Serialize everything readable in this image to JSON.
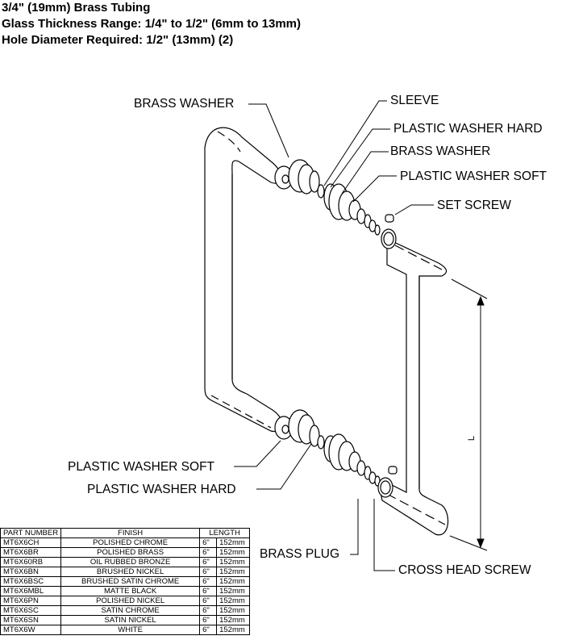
{
  "specs": {
    "line1": "3/4\" (19mm) Brass Tubing",
    "line2": "Glass Thickness Range: 1/4\" to 1/2\" (6mm to 13mm)",
    "line3": "Hole Diameter Required: 1/2\" (13mm)  (2)"
  },
  "callouts": {
    "brass_washer_top": "BRASS WASHER",
    "sleeve": "SLEEVE",
    "plastic_washer_hard_top": "PLASTIC WASHER HARD",
    "brass_washer_right": "BRASS WASHER",
    "plastic_washer_soft_top": "PLASTIC WASHER SOFT",
    "set_screw": "SET SCREW",
    "plastic_washer_soft_bottom": "PLASTIC WASHER SOFT",
    "plastic_washer_hard_bottom": "PLASTIC WASHER HARD",
    "brass_plug": "BRASS PLUG",
    "cross_head_screw": "CROSS HEAD SCREW",
    "dimension_l": "L"
  },
  "table": {
    "headers": [
      "PART NUMBER",
      "FINISH",
      "LENGTH"
    ],
    "rows": [
      {
        "part": "MT6X6CH",
        "finish": "POLISHED CHROME",
        "len_in": "6\"",
        "len_mm": "152mm"
      },
      {
        "part": "MT6X6BR",
        "finish": "POLISHED BRASS",
        "len_in": "6\"",
        "len_mm": "152mm"
      },
      {
        "part": "MT6X60RB",
        "finish": "OIL RUBBED BRONZE",
        "len_in": "6\"",
        "len_mm": "152mm"
      },
      {
        "part": "MT6X6BN",
        "finish": "BRUSHED NICKEL",
        "len_in": "6\"",
        "len_mm": "152mm"
      },
      {
        "part": "MT6X6BSC",
        "finish": "BRUSHED SATIN CHROME",
        "len_in": "6\"",
        "len_mm": "152mm"
      },
      {
        "part": "MT6X6MBL",
        "finish": "MATTE BLACK",
        "len_in": "6\"",
        "len_mm": "152mm"
      },
      {
        "part": "MT6X6PN",
        "finish": "POLISHED NICKEL",
        "len_in": "6\"",
        "len_mm": "152mm"
      },
      {
        "part": "MT6X6SC",
        "finish": "SATIN CHROME",
        "len_in": "6\"",
        "len_mm": "152mm"
      },
      {
        "part": "MT6X6SN",
        "finish": "SATIN NICKEL",
        "len_in": "6\"",
        "len_mm": "152mm"
      },
      {
        "part": "MT6X6W",
        "finish": "WHITE",
        "len_in": "6\"",
        "len_mm": "152mm"
      }
    ]
  }
}
